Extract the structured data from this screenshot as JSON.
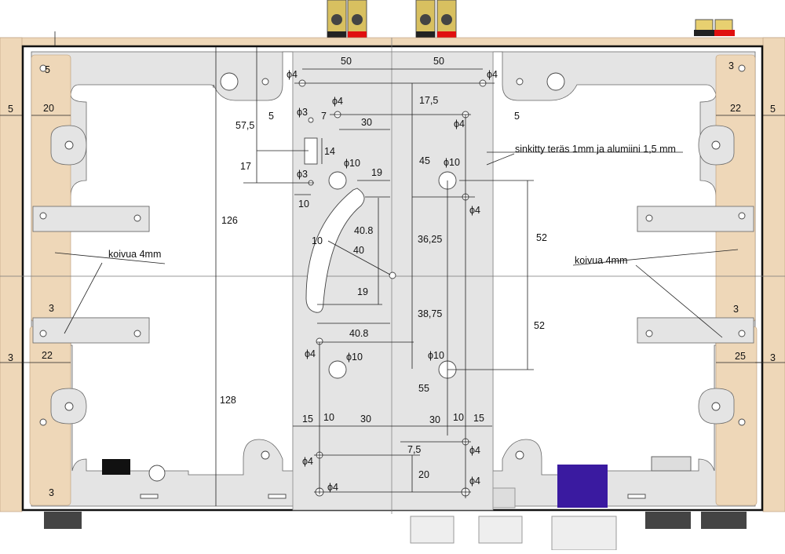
{
  "drawing": {
    "note_material": "sinkitty teräs 1mm ja alumiini 1,5 mm",
    "note_wood_left": "koivua 4mm",
    "note_wood_right": "koivua 4mm",
    "labels": {
      "top_50_left": "50",
      "top_50_right": "50",
      "phi4_tl": "ϕ4",
      "phi4_tr": "ϕ4",
      "d17_5": "17,5",
      "phi4_a": "ϕ4",
      "phi4_b": "ϕ4",
      "phi3_a": "ϕ3",
      "d5_left": "5",
      "d57_5": "57,5",
      "d7": "7",
      "d30_top": "30",
      "d5_right": "5",
      "d14": "14",
      "d17": "17",
      "phi10_a": "ϕ10",
      "phi10_b": "ϕ10",
      "d45": "45",
      "phi3_b": "ϕ3",
      "d19_a": "19",
      "d10_a": "10",
      "phi4_c": "ϕ4",
      "d126": "126",
      "d40_8_a": "40.8",
      "d36_25": "36,25",
      "d10_slot": "10",
      "d40": "40",
      "d52_a": "52",
      "d19_b": "19",
      "d38_75": "38,75",
      "d40_8_b": "40.8",
      "d52_b": "52",
      "phi4_d": "ϕ4",
      "phi10_c": "ϕ10",
      "phi10_d": "ϕ10",
      "d55": "55",
      "d128": "128",
      "d15_l": "15",
      "d10_l": "10",
      "d30_l": "30",
      "d30_r": "30",
      "d10_r": "10",
      "d15_r": "15",
      "d7_5": "7,5",
      "phi4_e": "ϕ4",
      "phi4_f": "ϕ4",
      "d20": "20",
      "phi4_g": "ϕ4",
      "phi4_h": "ϕ4",
      "l5_top": "5",
      "l5_side": "5",
      "l20": "20",
      "l3_a": "3",
      "l3_side": "3",
      "l22": "22",
      "l3_b": "3",
      "r3_top": "3",
      "r22": "22",
      "r5_side": "5",
      "r3_a": "3",
      "r25": "25",
      "r3_side": "3"
    }
  },
  "colors": {
    "plate": "#e4e4e4",
    "wood": "#eed7b8",
    "terminal_red": "#e01010",
    "pcb": "#3a1aa0"
  }
}
